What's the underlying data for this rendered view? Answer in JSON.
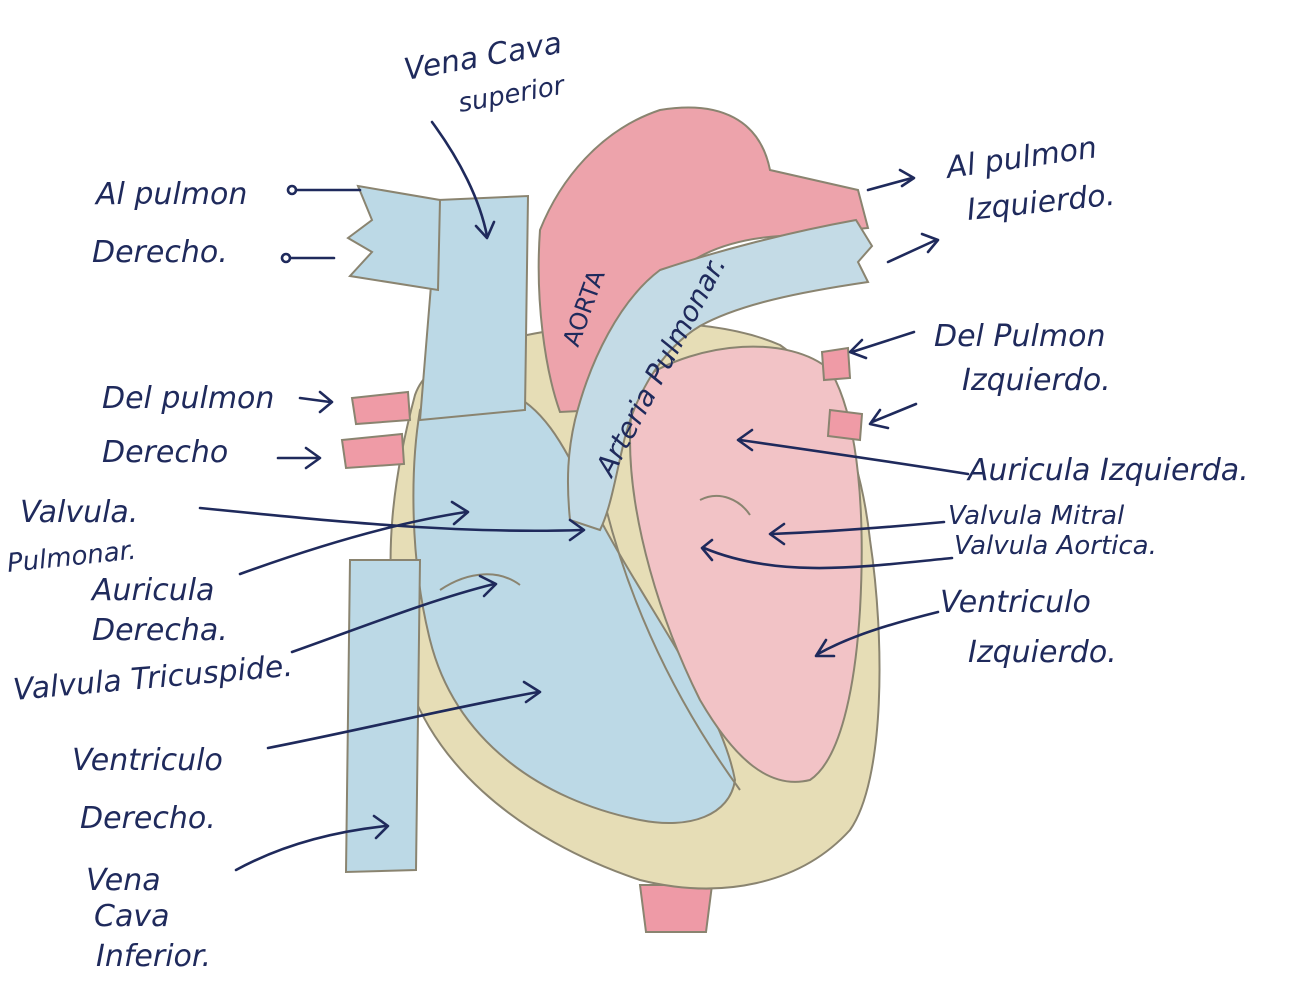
{
  "labels": {
    "vena_cava_superior": [
      "Vena Cava",
      "superior"
    ],
    "al_pulmon_derecho": [
      "Al pulmon",
      "Derecho."
    ],
    "al_pulmon_izquierdo": [
      "Al pulmon",
      "Izquierdo."
    ],
    "del_pulmon_derecho": [
      "Del pulmon",
      "Derecho"
    ],
    "del_pulmon_izquierdo": [
      "Del Pulmon",
      "Izquierdo."
    ],
    "valvula_pulmonar": [
      "Valvula.",
      "Pulmonar."
    ],
    "auricula_derecha": [
      "Auricula",
      "Derecha."
    ],
    "valvula_tricuspide": "Valvula Tricuspide.",
    "ventriculo_derecho": [
      "Ventriculo",
      "Derecho."
    ],
    "vena_cava_inferior": [
      "Vena",
      "Cava",
      "Inferior."
    ],
    "auricula_izquierda": "Auricula Izquierda.",
    "valvula_mitral": "Valvula Mitral",
    "valvula_aortica": "Valvula Aortica.",
    "ventriculo_izquierdo": [
      "Ventriculo",
      "Izquierdo."
    ]
  },
  "organ_labels": {
    "aorta": "AORTA",
    "arteria_pulmonar": "Arteria Pulmonar."
  },
  "colors": {
    "deoxygenated": "#bcd9e6",
    "oxygenated": "#f2c3c6",
    "aorta": "#eda3ab",
    "muscle": "#e6ddb6",
    "ink": "#1f2a5c"
  }
}
